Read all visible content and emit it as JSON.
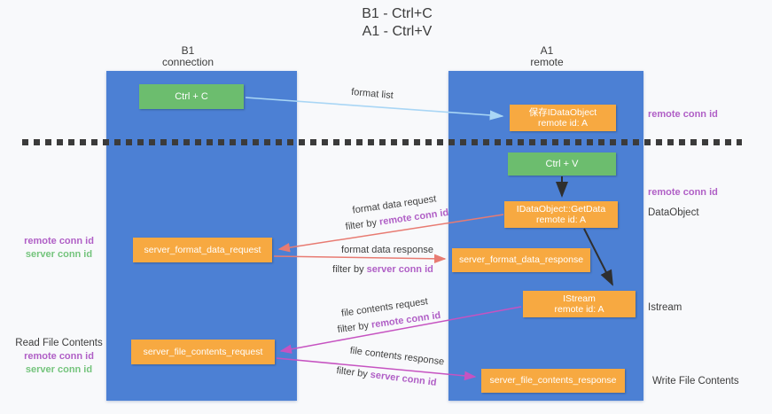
{
  "title": {
    "line1": "B1 - Ctrl+C",
    "line2": "A1 - Ctrl+V"
  },
  "lanes": {
    "left": {
      "name": "B1",
      "role": "connection"
    },
    "right": {
      "name": "A1",
      "role": "remote"
    }
  },
  "nodes": {
    "ctrl_c": {
      "label": "Ctrl + C"
    },
    "ctrl_v": {
      "label": "Ctrl + V"
    },
    "save_idataobject": {
      "line1": "保存IDataObject",
      "line2": "remote id: A"
    },
    "getdata": {
      "line1": "IDataObject::GetData",
      "line2": "remote id: A"
    },
    "istream": {
      "line1": "IStream",
      "line2": "remote id: A"
    },
    "server_format_data_request": {
      "label": "server_format_data_request"
    },
    "server_format_data_response": {
      "label": "server_format_data_response"
    },
    "server_file_contents_request": {
      "label": "server_file_contents_request"
    },
    "server_file_contents_response": {
      "label": "server_file_contents_response"
    }
  },
  "edges": {
    "format_list": {
      "label": "format list"
    },
    "format_data_request": {
      "label": "format data request",
      "filter_prefix": "filter by ",
      "filter_key": "remote conn id"
    },
    "format_data_response": {
      "label": "format data response",
      "filter_prefix": "filter by ",
      "filter_key": "server conn id"
    },
    "file_contents_request": {
      "label": "file contents request",
      "filter_prefix": "filter by ",
      "filter_key": "remote conn id"
    },
    "file_contents_response": {
      "label": "file contents response",
      "filter_prefix": "filter by ",
      "filter_key": "server conn id"
    }
  },
  "annotations": {
    "right_top_remote_conn_id": "remote conn id",
    "right_mid_remote_conn_id": "remote conn id",
    "right_dataobject": "DataObject",
    "right_istream": "Istream",
    "right_write_file_contents": "Write File Contents",
    "left_fmt_remote_conn_id": "remote conn id",
    "left_fmt_server_conn_id": "server conn id",
    "left_read_file_contents": "Read File Contents",
    "left_file_remote_conn_id": "remote conn id",
    "left_file_server_conn_id": "server conn id"
  },
  "colors": {
    "lane_blue": "#4c80d4",
    "node_green": "#6cbd6e",
    "node_orange": "#f7a941",
    "remote_conn_purple": "#b05fc6",
    "server_conn_green": "#74c47c",
    "format_arrow_red": "#e87b72",
    "file_arrow_magenta": "#c653c1",
    "format_list_arrow_blue": "#a9d6f5",
    "black_arrow": "#2f2f2f"
  }
}
